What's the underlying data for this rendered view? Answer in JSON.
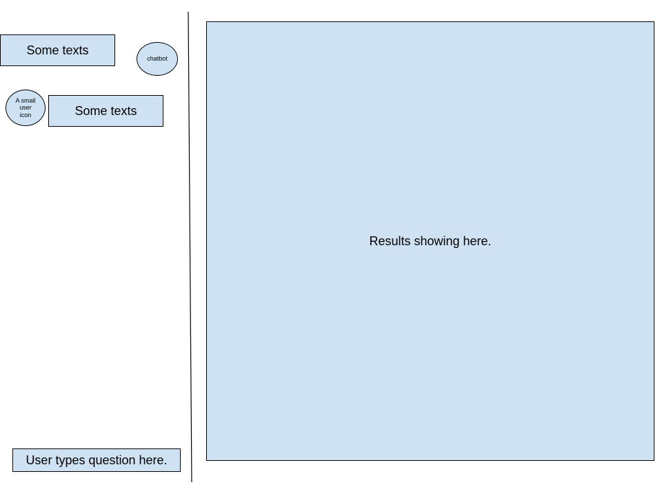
{
  "chat": {
    "bot_message": "Some texts",
    "bot_avatar_label": "chatbot",
    "user_avatar_label": "A small user icon",
    "user_message": "Some texts"
  },
  "input": {
    "question_placeholder": "User types question here."
  },
  "results": {
    "text": "Results showing here."
  },
  "colors": {
    "box_fill": "#cfe2f3",
    "outline": "#000000",
    "background": "#ffffff"
  }
}
